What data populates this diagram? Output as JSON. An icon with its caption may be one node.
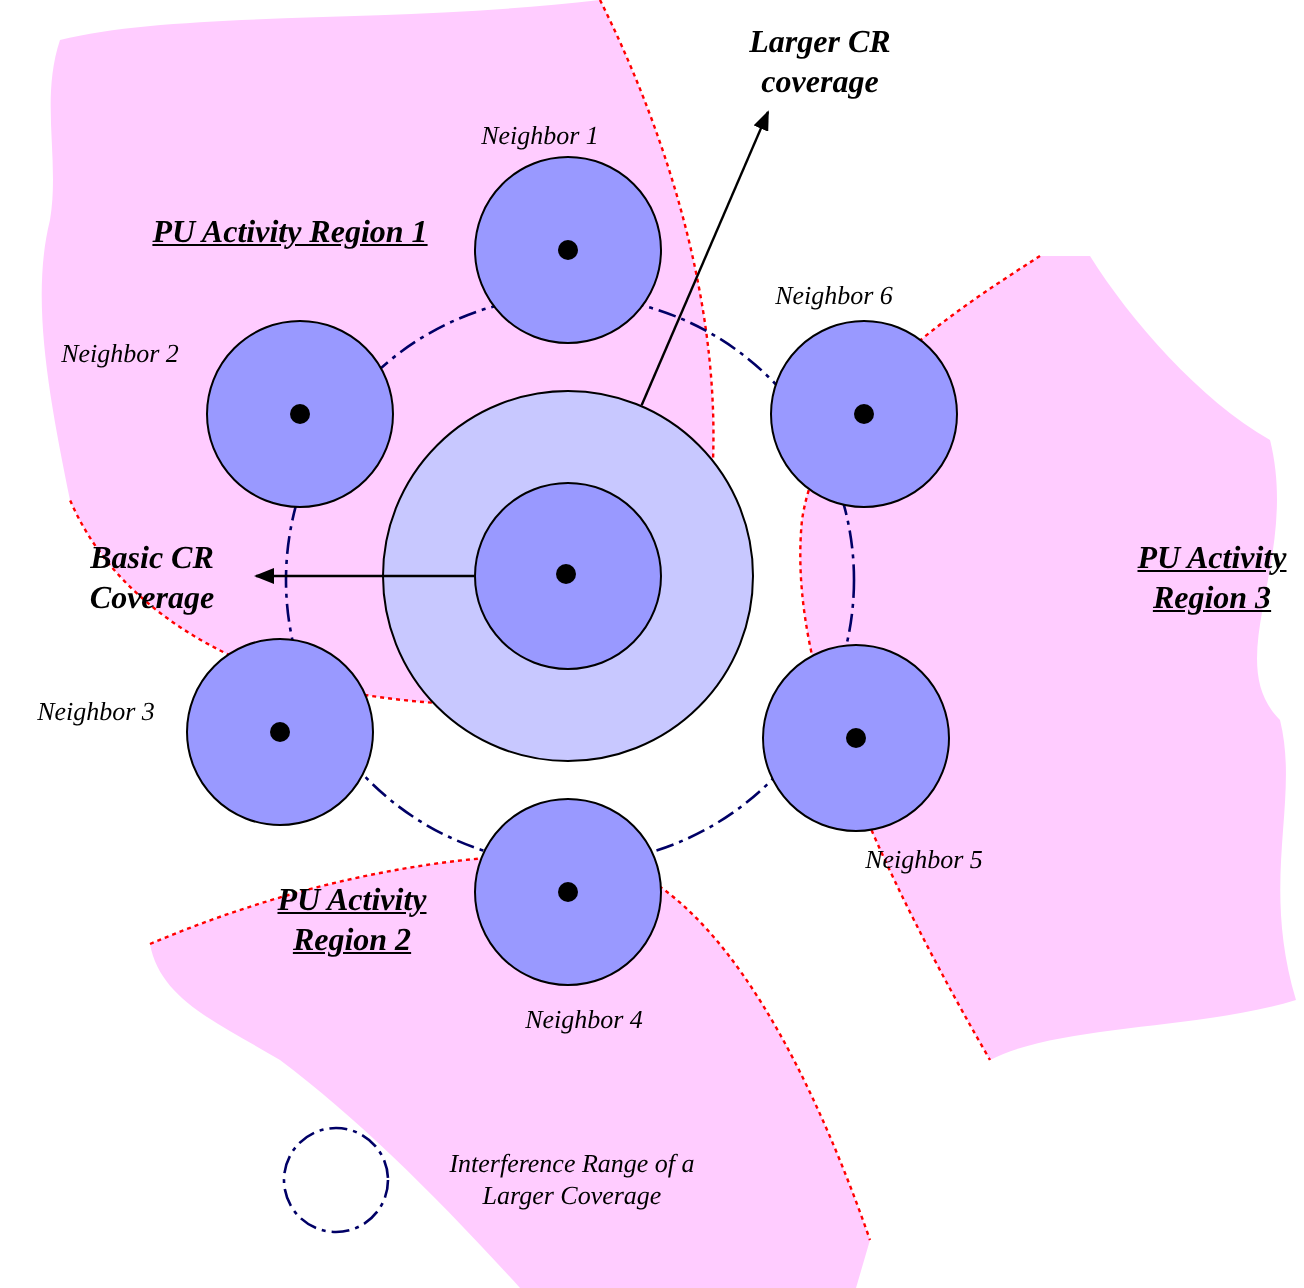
{
  "diagram": {
    "nodes": [
      {
        "text": [
          "Larger CR coverage"
        ]
      },
      {
        "text": [
          "Neighbor 1"
        ]
      },
      {
        "text": [
          "Neighbor 6"
        ]
      },
      {
        "text": [
          "Neighbor 2"
        ]
      },
      {
        "text": [],
        "shape": "circle"
      },
      {
        "text": [],
        "shape": "circle",
        "in": 4
      },
      {
        "text": [
          "Basic CR Coverage"
        ]
      },
      {
        "text": [
          "Neighbor 3"
        ]
      },
      {
        "text": [
          "Neighbor 5"
        ]
      },
      {
        "text": [
          "Neighbor 4"
        ]
      }
    ],
    "edges": [
      {
        "from": 4,
        "to": 0,
        "arrow": "to"
      },
      {
        "from": 5,
        "to": 6,
        "arrow": "to"
      }
    ],
    "labels": [
      "PU Activity Region 1",
      "PU Activity Region 3",
      "PU Activity Region 2"
    ],
    "legend": [
      {
        "text": "Interference Range of a Larger Coverage"
      }
    ]
  }
}
